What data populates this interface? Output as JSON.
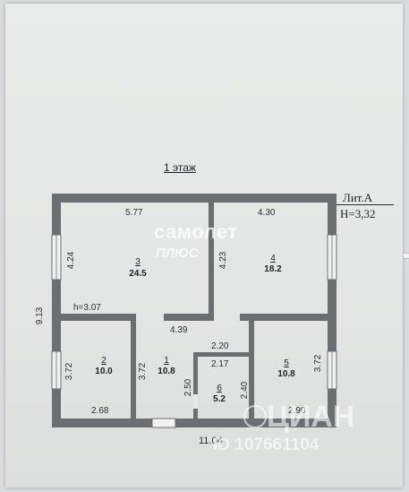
{
  "plan": {
    "title": "1 этаж",
    "lit": "Лит.А",
    "height": "Н=3,32",
    "ceiling": "h=3.07",
    "overall_height": "9.13",
    "overall_width": "11.04"
  },
  "rooms": [
    {
      "no": "3",
      "area": "24.5"
    },
    {
      "no": "4",
      "area": "18.2"
    },
    {
      "no": "2",
      "area": "10.0"
    },
    {
      "no": "1",
      "area": "10.8"
    },
    {
      "no": "6",
      "area": "5.2"
    },
    {
      "no": "5",
      "area": "10.8"
    }
  ],
  "dims": {
    "r3_top": "5.77",
    "r4_top": "4.30",
    "r3_left": "4.24",
    "r4_left": "4.23",
    "corridor": "4.39",
    "r6_top_outer": "2.20",
    "r6_top_inner": "2.17",
    "r2_left": "3.72",
    "r1_left": "3.72",
    "r5_right": "3.72",
    "r6_left": "2.50",
    "r6_right": "2.40",
    "r2_bottom": "2.68",
    "r5_bottom": "2.90"
  },
  "watermark": {
    "brand_line1": "самолет",
    "brand_line2": "ПЛЮС",
    "cian": "ЦИАН",
    "id": "ID 107661104"
  },
  "colors": {
    "wall": "#6c6f72",
    "paper": "#e7e9e8",
    "ink": "#2b2f33"
  }
}
